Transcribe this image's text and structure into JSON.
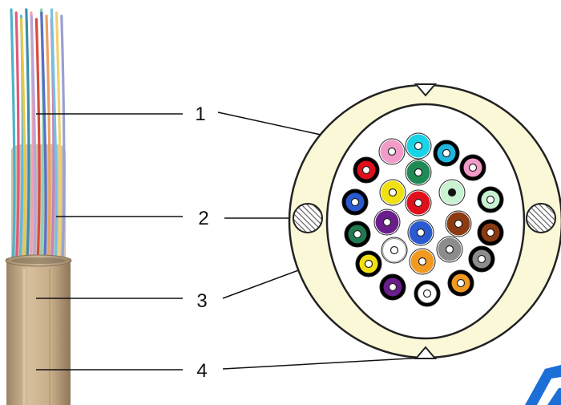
{
  "callouts": [
    {
      "number": "1"
    },
    {
      "number": "2"
    },
    {
      "number": "3"
    },
    {
      "number": "4"
    }
  ],
  "colors": {
    "outer_jacket": "#fbf8d8",
    "inner_core": "#ffffff",
    "strength_member_hatch": "#555555",
    "cable_sheath": "#c8ae8a",
    "brand_mark": "#1c6fd6"
  },
  "fibers": [
    {
      "color": "#f29ac8",
      "ring": "#ffffff"
    },
    {
      "color": "#19d4e6",
      "ring": "#ffffff"
    },
    {
      "color": "#1fb7e0",
      "ring": "#000000"
    },
    {
      "color": "#f29ac8",
      "ring": "#000000"
    },
    {
      "color": "#e10f1b",
      "ring": "#000000"
    },
    {
      "color": "#1f8a55",
      "ring": "#ffffff"
    },
    {
      "color": "#2a5ad0",
      "ring": "#000000"
    },
    {
      "color": "#f2e112",
      "ring": "#ffffff"
    },
    {
      "color": "#e10f1b",
      "ring": "#ffffff"
    },
    {
      "color": "#c8f2d0",
      "ring": "#ffffff"
    },
    {
      "color": "#c8f2d0",
      "ring": "#000000"
    },
    {
      "color": "#1f7a50",
      "ring": "#000000"
    },
    {
      "color": "#6a1e8c",
      "ring": "#ffffff"
    },
    {
      "color": "#2a5ad0",
      "ring": "#ffffff"
    },
    {
      "color": "#8b3a12",
      "ring": "#ffffff"
    },
    {
      "color": "#8b3a12",
      "ring": "#000000"
    },
    {
      "color": "#f2e112",
      "ring": "#000000"
    },
    {
      "color": "#ffffff",
      "ring": "#ffffff"
    },
    {
      "color": "#f29a20",
      "ring": "#ffffff"
    },
    {
      "color": "#8c8c8c",
      "ring": "#ffffff"
    },
    {
      "color": "#8c8c8c",
      "ring": "#000000"
    },
    {
      "color": "#6a1e8c",
      "ring": "#000000"
    },
    {
      "color": "#ffffff",
      "ring": "#000000"
    },
    {
      "color": "#f29a20",
      "ring": "#000000"
    }
  ],
  "strand_colors": [
    "#4fb3c8",
    "#e05a7a",
    "#63b8d8",
    "#e8c94a",
    "#3a8fa8",
    "#f0a0b0",
    "#b9a4d8",
    "#d94a3a",
    "#8fd0b0",
    "#5a6fc8",
    "#e8a060",
    "#c880b8",
    "#78c0e0",
    "#f0d070",
    "#9aa0d0"
  ]
}
